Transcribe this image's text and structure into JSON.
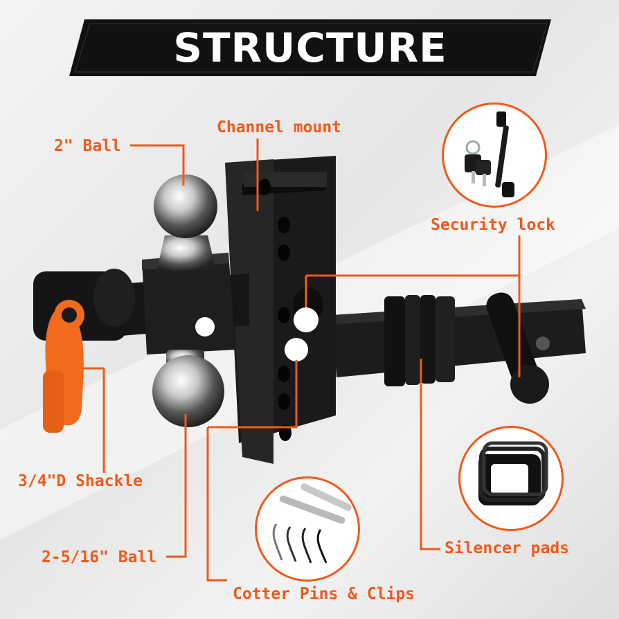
{
  "header": {
    "title": "STRUCTURE"
  },
  "labels": {
    "ball_2": "2\" Ball",
    "channel_mount": "Channel mount",
    "security_lock": "Security lock",
    "shackle": "3/4\"D Shackle",
    "ball_2_5_16": "2-5/16\" Ball",
    "silencer_pads": "Silencer pads",
    "cotter_pins": "Cotter Pins & Clips"
  },
  "colors": {
    "accent": "#f05a1a",
    "banner": "#111111",
    "metal": "#1a1a1a",
    "shackle": "#f26a1b"
  },
  "icons": {
    "lock": "security-lock-icon",
    "pads": "silencer-pads-icon",
    "pins": "cotter-pins-icon"
  }
}
